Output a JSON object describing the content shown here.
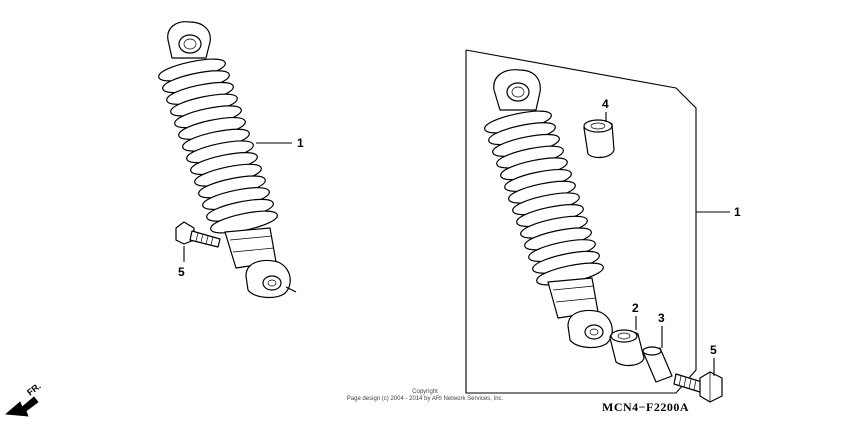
{
  "callouts": {
    "left_shock": "1",
    "left_bolt": "5",
    "right_group": "1",
    "bushing": "4",
    "collar_outer": "2",
    "collar_inner": "3",
    "right_bolt": "5"
  },
  "diagram_code": "MCN4−F2200A",
  "direction_label": "FR.",
  "copyright": {
    "line1": "Copyright",
    "line2": "Page design (c) 2004 - 2014 by ARI Network Services, Inc."
  }
}
